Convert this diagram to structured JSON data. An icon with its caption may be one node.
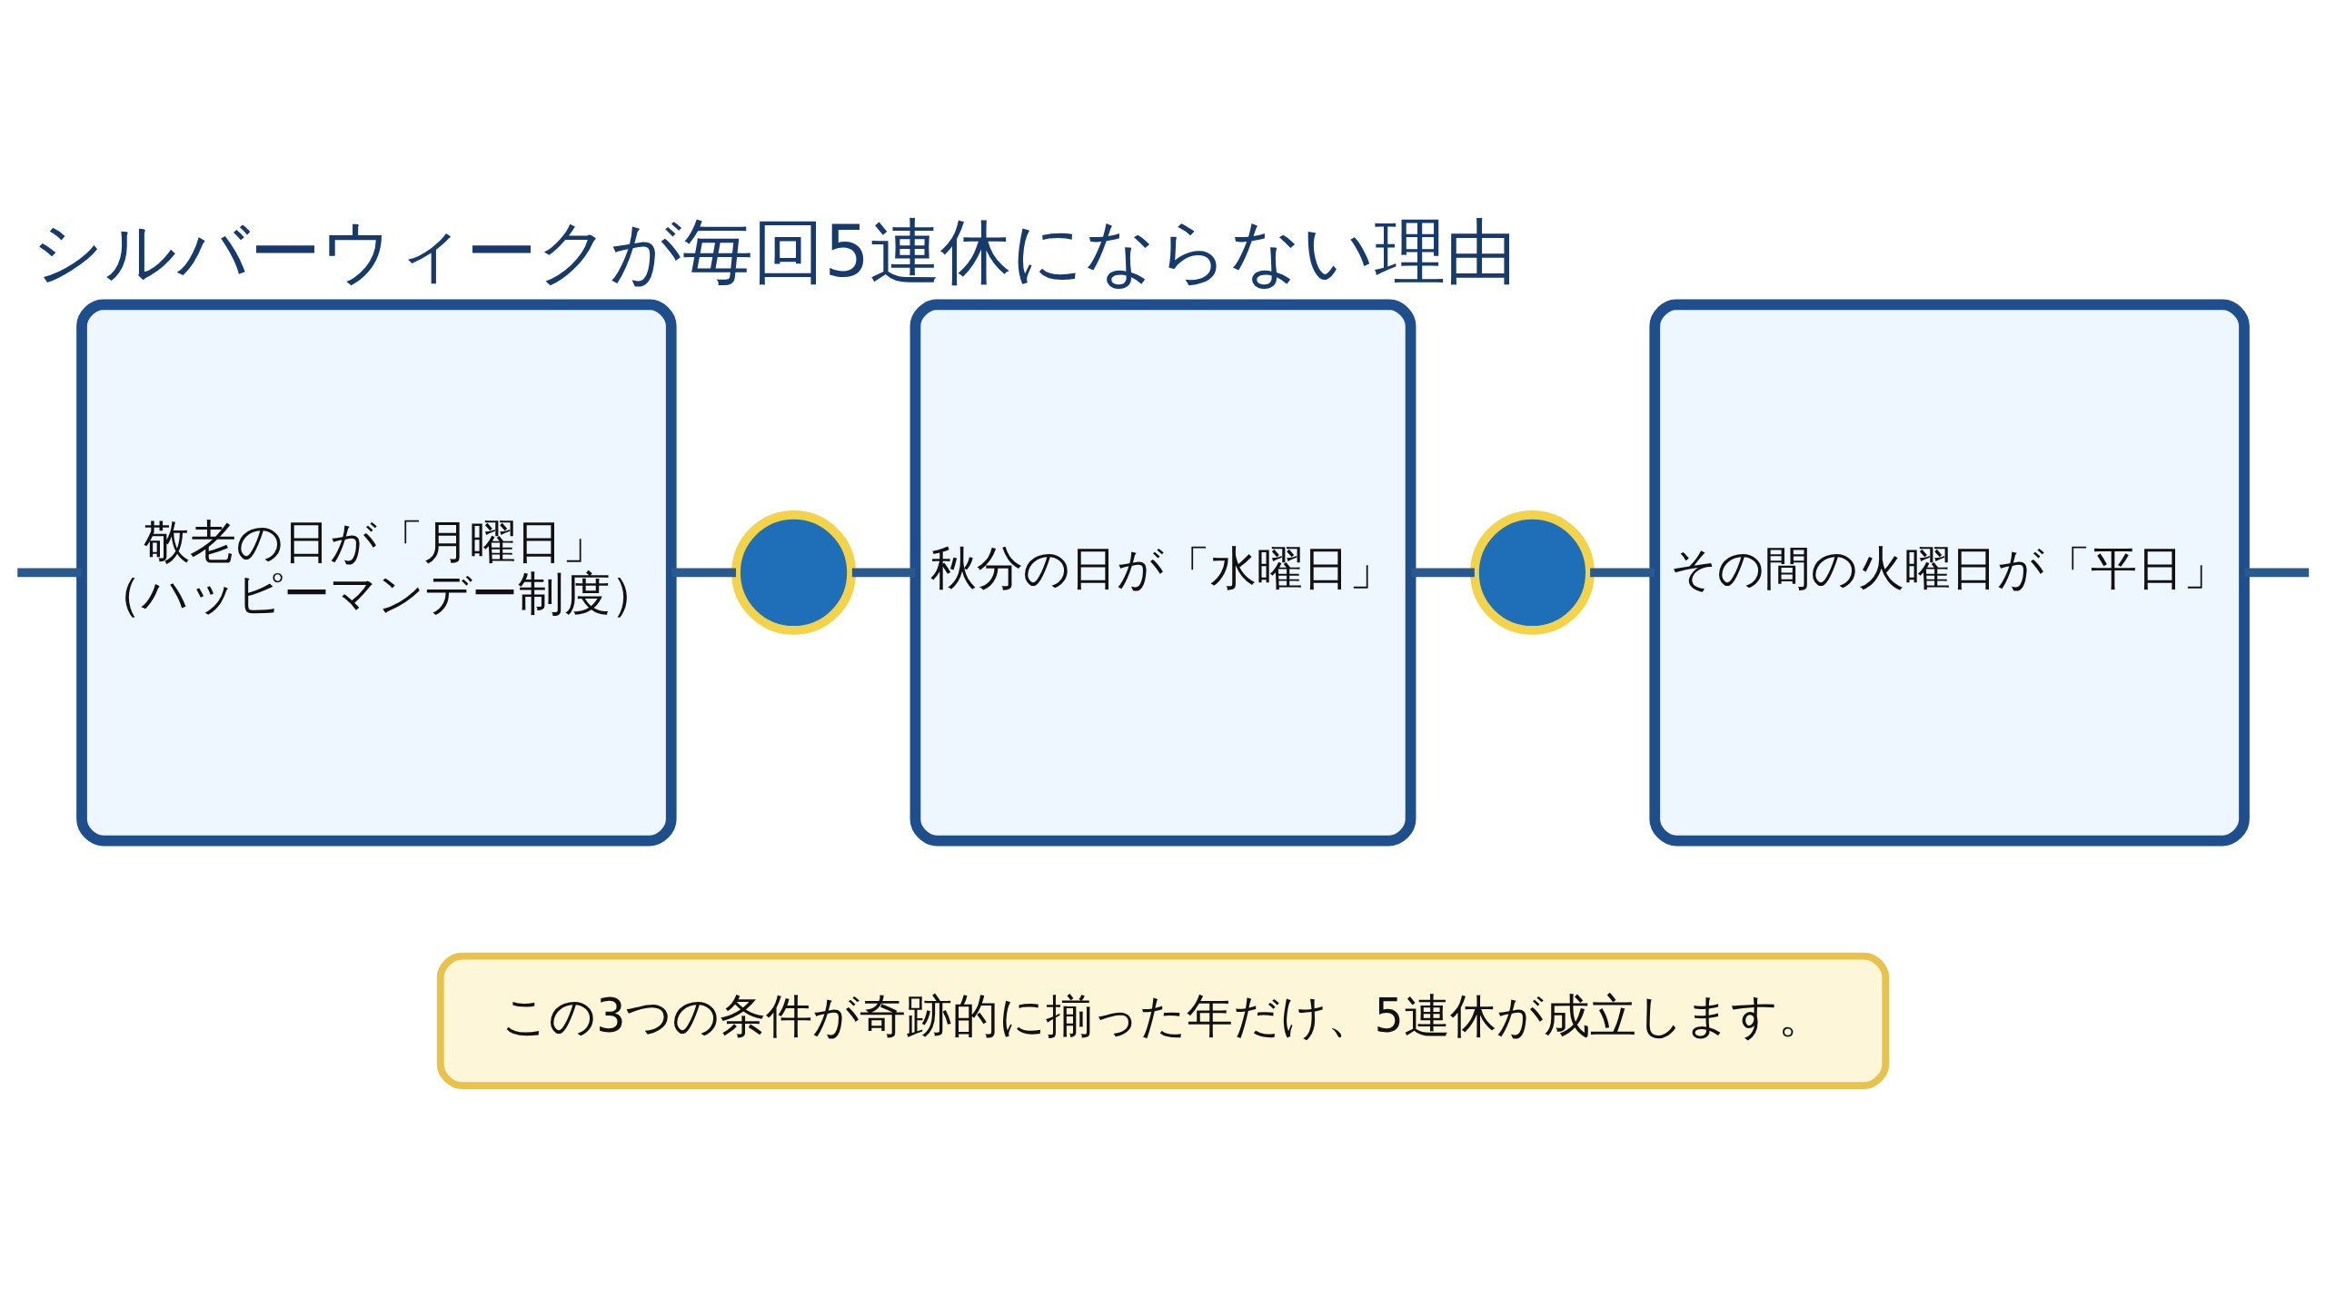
{
  "diagram": {
    "title": "シルバーウィークが毎回5連休にならない理由",
    "nodes": [
      {
        "text": [
          "敬老の日が「月曜日」",
          "（ハッピーマンデー制度）"
        ]
      },
      {
        "text": [],
        "shape": "circle"
      },
      {
        "text": [
          "秋分の日が「水曜日」"
        ]
      },
      {
        "text": [],
        "shape": "circle"
      },
      {
        "text": [
          "その間の火曜日が「平日」"
        ]
      },
      {
        "text": [
          "この3つの条件が奇跡的に揃った年だけ、5連休が成立します。"
        ]
      }
    ],
    "edges": [
      {
        "from": null,
        "to": 0,
        "arrow": "none"
      },
      {
        "from": 0,
        "to": 1,
        "arrow": "none"
      },
      {
        "from": 1,
        "to": 2,
        "arrow": "none"
      },
      {
        "from": 2,
        "to": 3,
        "arrow": "none"
      },
      {
        "from": 3,
        "to": 4,
        "arrow": "none"
      },
      {
        "from": 4,
        "to": null,
        "arrow": "none"
      }
    ]
  }
}
